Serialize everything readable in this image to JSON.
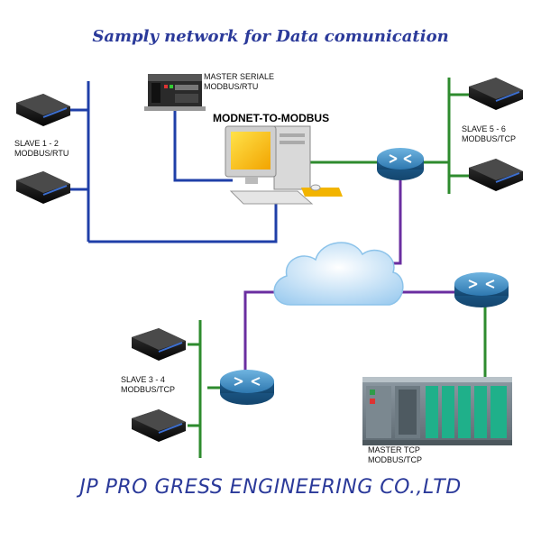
{
  "title": "Samply network for Data comunication",
  "footer": "JP PRO GRESS ENGINEERING CO.,LTD",
  "labels": {
    "master_serial_line1": "MASTER SERIALE",
    "master_serial_line2": "MODBUS/RTU",
    "modnet": "MODNET-TO-MODBUS",
    "slave12_line1": "SLAVE 1 - 2",
    "slave12_line2": "MODBUS/RTU",
    "slave56_line1": "SLAVE 5 - 6",
    "slave56_line2": "MODBUS/TCP",
    "slave34_line1": "SLAVE 3 - 4",
    "slave34_line2": "MODBUS/TCP",
    "master_tcp_line1": "MASTER TCP",
    "master_tcp_line2": "MODBUS/TCP"
  },
  "colors": {
    "title": "#2b3a9a",
    "rtu_line": "#1f3fa8",
    "tcp_line": "#2e8b2e",
    "wan_line": "#6a2ea0",
    "router": "#2f7fb5",
    "cloud": "#cfe8fb"
  },
  "icons": [
    "slave-device-icon",
    "plc-icon",
    "computer-icon",
    "router-icon",
    "cloud-icon",
    "plc-rack-icon"
  ]
}
